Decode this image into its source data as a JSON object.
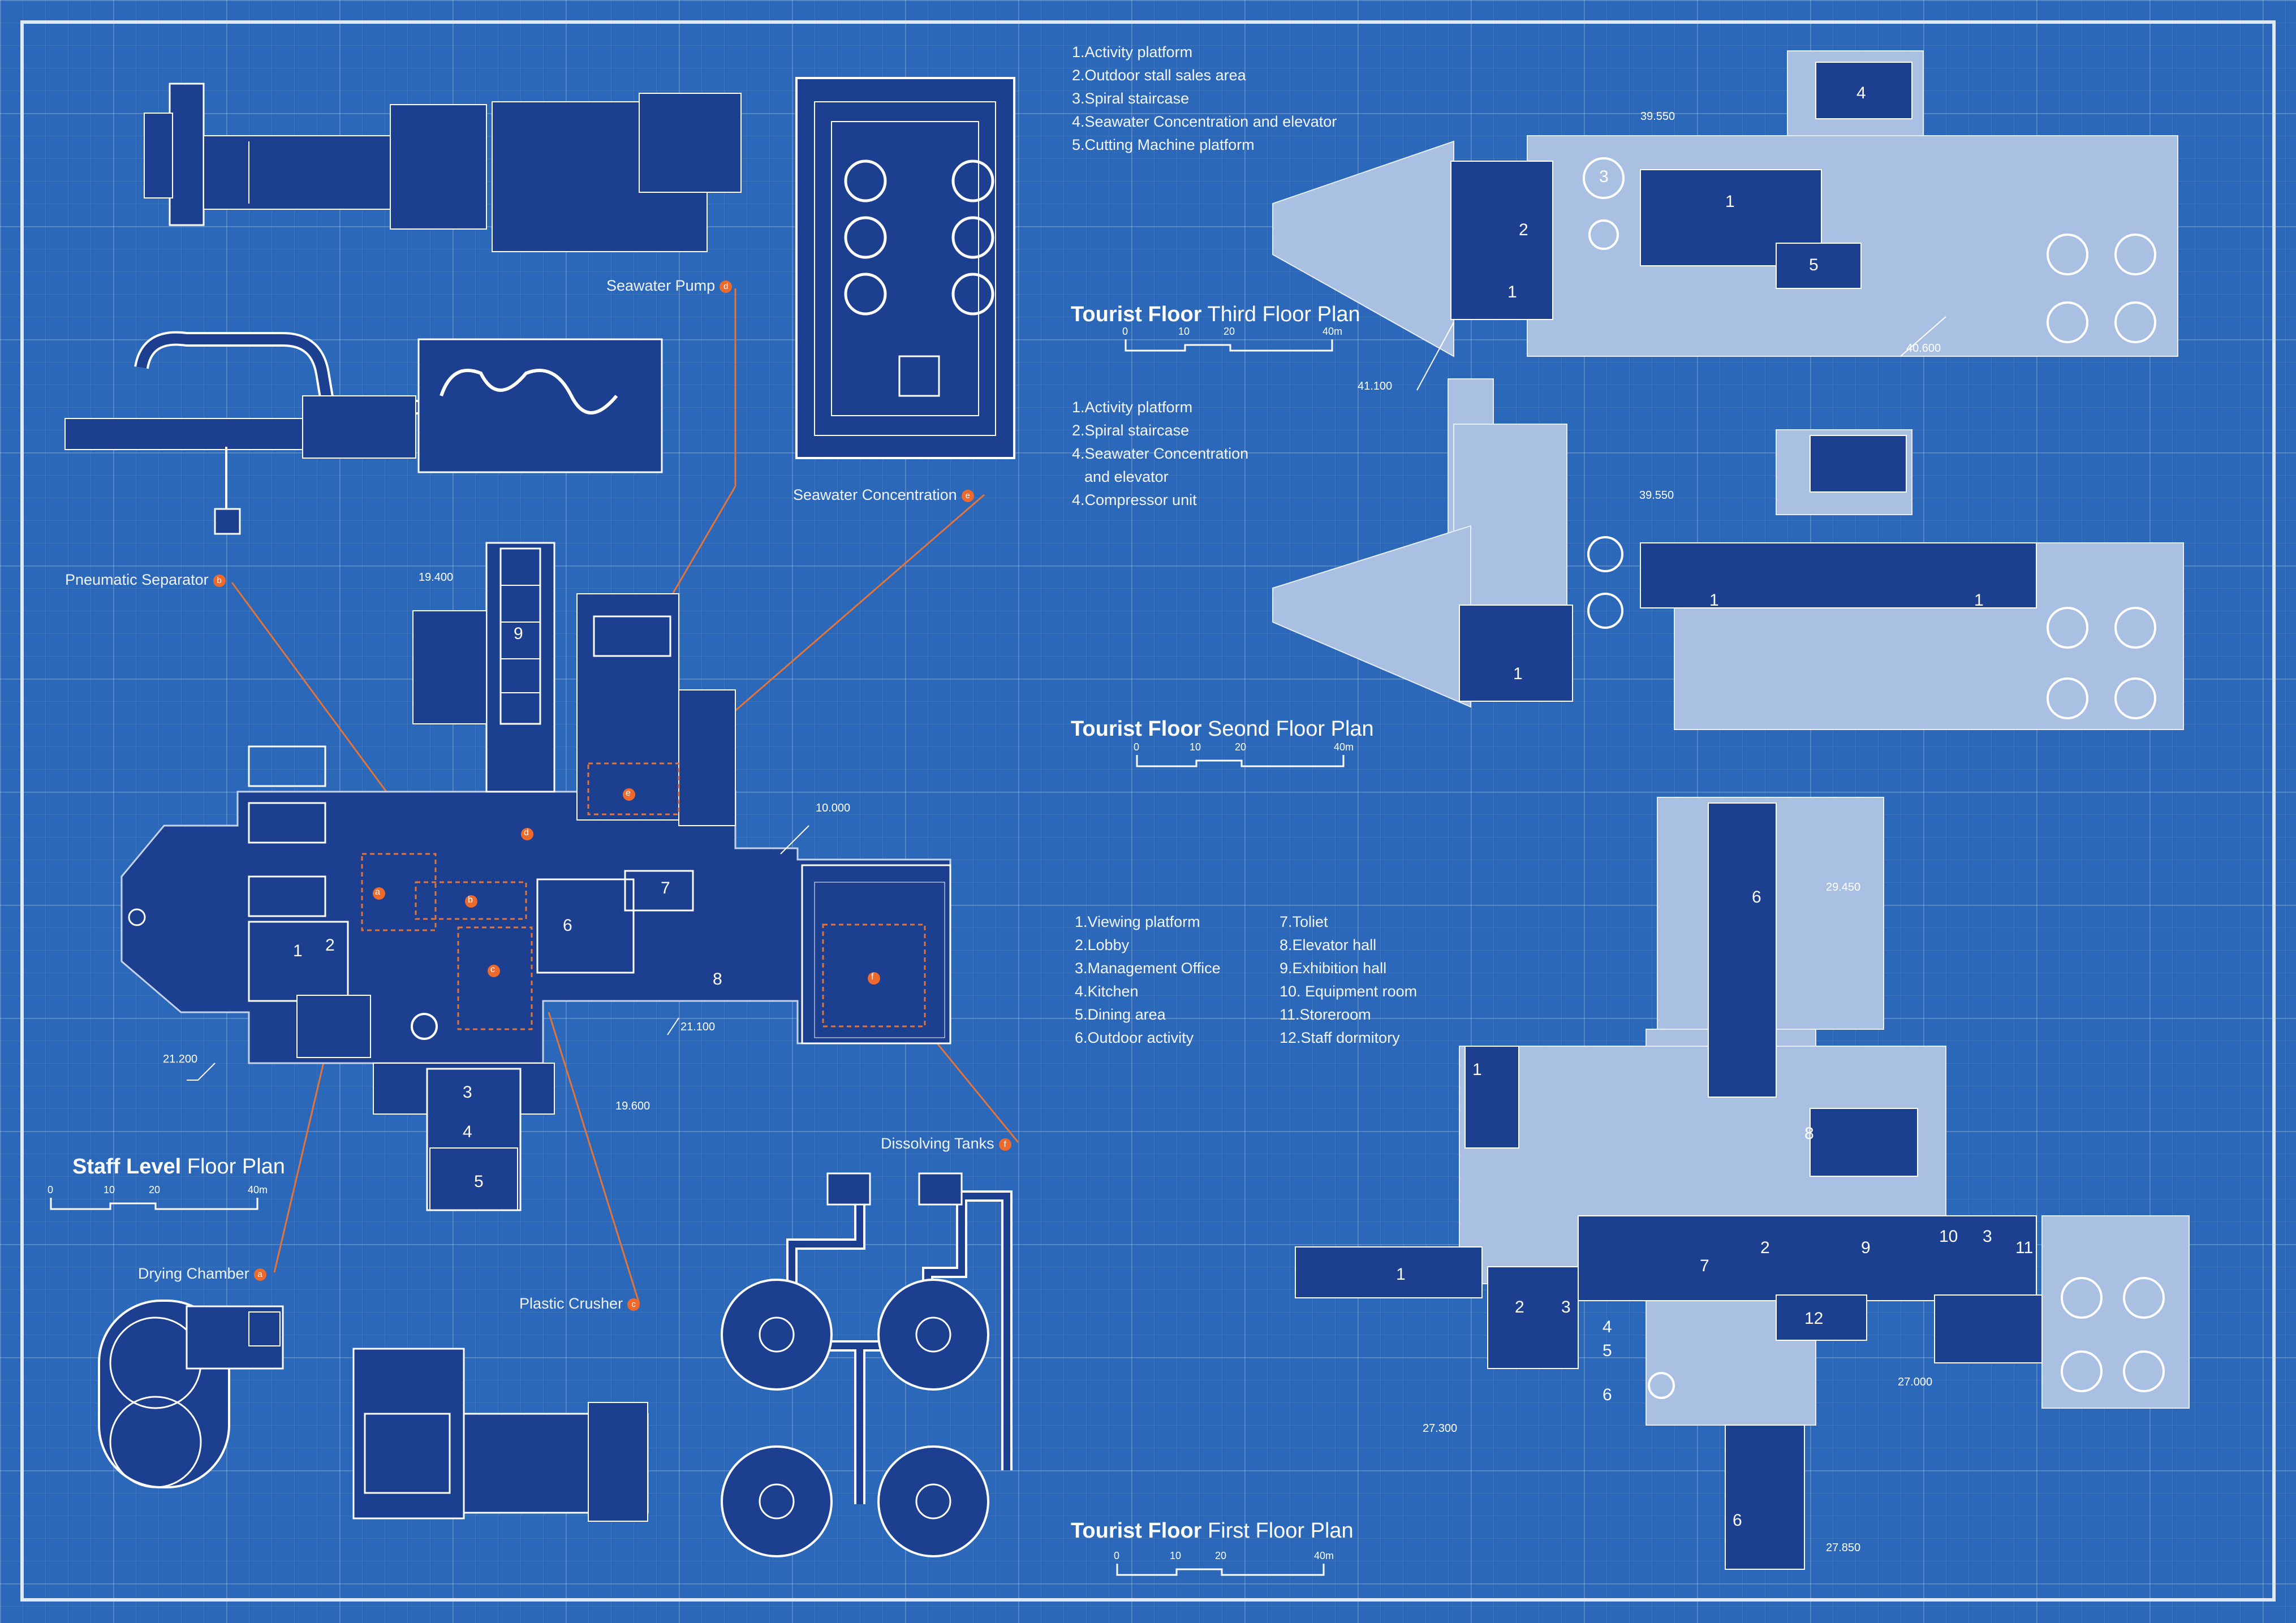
{
  "third_floor": {
    "title_bold": "Tourist Floor",
    "title_rest": " Third Floor Plan",
    "legend": [
      "1.Activity platform",
      "2.Outdoor stall sales area",
      "3.Spiral staircase",
      "4.Seawater Concentration and elevator",
      "5.Cutting Machine platform"
    ],
    "levels": [
      "39.550",
      "41.100",
      "40.600"
    ],
    "rooms": [
      "1",
      "2",
      "3",
      "4",
      "5",
      "1"
    ]
  },
  "second_floor": {
    "title_bold": "Tourist Floor",
    "title_rest": " Seond Floor Plan",
    "legend": [
      "1.Activity platform",
      "2.Spiral staircase",
      "4.Seawater Concentration",
      "and elevator",
      "4.Compressor unit"
    ],
    "levels": [
      "39.550"
    ],
    "rooms": [
      "1",
      "1",
      "1"
    ]
  },
  "first_floor": {
    "title_bold": "Tourist Floor",
    "title_rest": " First Floor Plan",
    "legend_left": [
      "1.Viewing platform",
      "2.Lobby",
      "3.Management Office",
      "4.Kitchen",
      "5.Dining area",
      "6.Outdoor activity"
    ],
    "legend_right": [
      "7.Toliet",
      "8.Elevator hall",
      "9.Exhibition hall",
      "10.  Equipment room",
      "11.Storeroom",
      "12.Staff dormitory"
    ],
    "levels": [
      "29.450",
      "27.000",
      "27.300",
      "27.850"
    ],
    "rooms": [
      "6",
      "1",
      "8",
      "2",
      "9",
      "10",
      "3",
      "11",
      "7",
      "1",
      "2",
      "3",
      "4",
      "5",
      "6",
      "12",
      "6"
    ]
  },
  "staff_level": {
    "title_bold": "Staff Level",
    "title_rest": " Floor Plan",
    "levels": [
      "19.400",
      "10.000",
      "21.200",
      "21.100",
      "19.600"
    ],
    "rooms": [
      "9",
      "7",
      "6",
      "8",
      "1",
      "2",
      "3",
      "4",
      "5"
    ],
    "markers": [
      "a",
      "b",
      "c",
      "d",
      "e",
      "f"
    ]
  },
  "scale_bar": {
    "ticks": [
      "0",
      "10",
      "20",
      "40m"
    ]
  },
  "equipment": [
    {
      "name": "Seawater Pump",
      "marker": "d"
    },
    {
      "name": "Seawater Concentration",
      "marker": "e"
    },
    {
      "name": "Pneumatic Separator",
      "marker": "b"
    },
    {
      "name": "Dissolving Tanks",
      "marker": "f"
    },
    {
      "name": "Drying Chamber",
      "marker": "a"
    },
    {
      "name": "Plastic Crusher",
      "marker": "c"
    }
  ],
  "colors": {
    "background": "#2c68b9",
    "building_dark": "#1c3f8f",
    "building_light": "#a9c0e2",
    "accent": "#ee6a2c",
    "line": "#ffffff"
  }
}
